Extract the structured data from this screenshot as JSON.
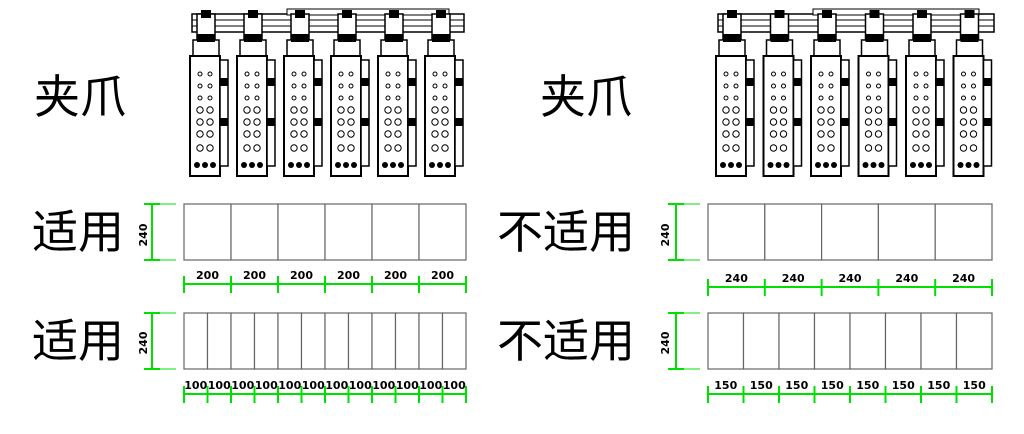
{
  "left": {
    "gripper_label": "夹爪",
    "rows": [
      {
        "label": "适用",
        "height_label": "240",
        "cells": [
          "200",
          "200",
          "200",
          "200",
          "200",
          "200"
        ]
      },
      {
        "label": "适用",
        "height_label": "240",
        "cells": [
          "100",
          "100",
          "100",
          "100",
          "100",
          "100",
          "100",
          "100",
          "100",
          "100",
          "100",
          "100"
        ]
      }
    ]
  },
  "right": {
    "gripper_label": "夹爪",
    "rows": [
      {
        "label": "不适用",
        "height_label": "240",
        "cells": [
          "240",
          "240",
          "240",
          "240",
          "240"
        ]
      },
      {
        "label": "不适用",
        "height_label": "240",
        "cells": [
          "150",
          "150",
          "150",
          "150",
          "150",
          "150",
          "150",
          "150"
        ]
      }
    ]
  },
  "colors": {
    "dimension": "#00e000",
    "box": "#666666",
    "line": "#000000"
  }
}
